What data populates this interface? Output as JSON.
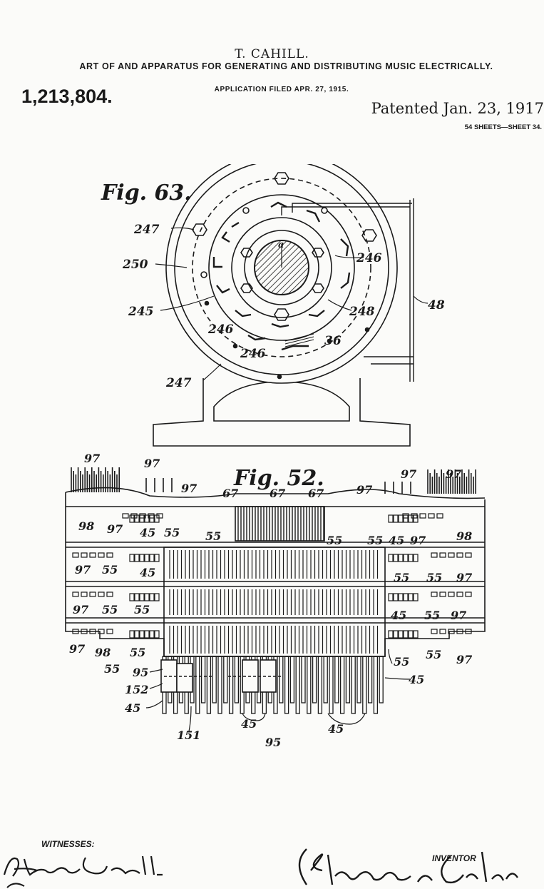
{
  "header": {
    "inventor": "T. CAHILL.",
    "title": "ART OF AND APPARATUS FOR GENERATING AND DISTRIBUTING MUSIC ELECTRICALLY.",
    "filed": "APPLICATION FILED APR. 27, 1915.",
    "patent_number": "1,213,804.",
    "patented": "Patented Jan. 23, 1917",
    "sheets": "54 SHEETS—SHEET 34."
  },
  "figures": [
    {
      "label": "Fig. 63.",
      "refs": [
        "247",
        "250",
        "245",
        "246",
        "248",
        "36",
        "246",
        "246",
        "247",
        "48",
        "a"
      ]
    },
    {
      "label": "Fig. 52.",
      "refs": [
        "97",
        "97",
        "97",
        "97",
        "97",
        "97",
        "67",
        "67",
        "67",
        "98",
        "97",
        "45",
        "55",
        "55",
        "55",
        "55",
        "45",
        "97",
        "98",
        "97",
        "55",
        "45",
        "55",
        "55",
        "97",
        "97",
        "55",
        "55",
        "45",
        "55",
        "97",
        "97",
        "98",
        "55",
        "55",
        "55",
        "55",
        "97",
        "95",
        "152",
        "45",
        "151",
        "45",
        "95",
        "45",
        "45"
      ]
    }
  ],
  "footer": {
    "witnesses_label": "WITNESSES:",
    "inventor_label": "INVENTOR"
  },
  "colors": {
    "ink": "#1a1a1a",
    "paper": "#fbfbf9"
  }
}
